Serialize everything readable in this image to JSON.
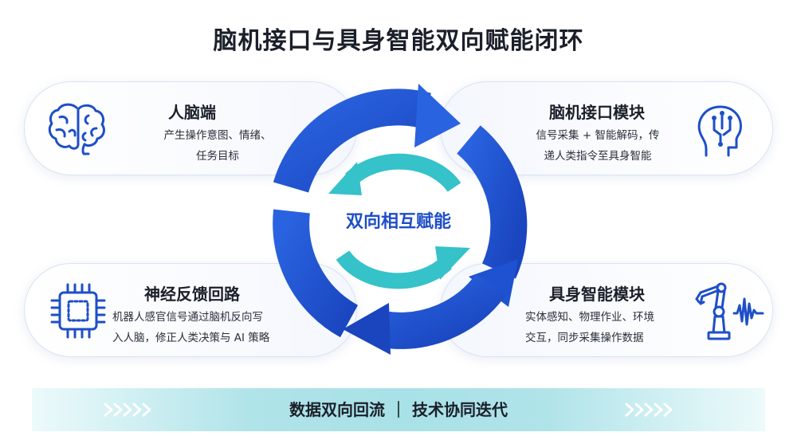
{
  "title": "脑机接口与具身智能双向赋能闭环",
  "center_label": "双向相互赋能",
  "cards": {
    "top_left": {
      "title": "人脑端",
      "lines": [
        "产生操作意图、情绪、",
        "任务目标"
      ],
      "icon": "brain-icon"
    },
    "top_right": {
      "title": "脑机接口模块",
      "lines": [
        "信号采集 + 智能解码，传",
        "递人类指令至具身智能"
      ],
      "icon": "circuit-head-icon"
    },
    "bottom_left": {
      "title": "神经反馈回路",
      "lines": [
        "机器人感官信号通过脑机反向写",
        "入人脑，修正人类决策与 AI 策略"
      ],
      "icon": "chip-icon"
    },
    "bottom_right": {
      "title": "具身智能模块",
      "lines": [
        "实体感知、物理作业、环境",
        "交互，同步采集操作数据"
      ],
      "icon": "robot-arm-icon"
    }
  },
  "banner": {
    "text": "数据双向回流 ｜ 技术协同迭代"
  },
  "colors": {
    "outer_cycle": "#2456d6",
    "inner_cycle": "#35c2c9",
    "icon": "#1e4fc7",
    "title_text": "#1b1f2a",
    "center_text": "#1e4fc7"
  }
}
